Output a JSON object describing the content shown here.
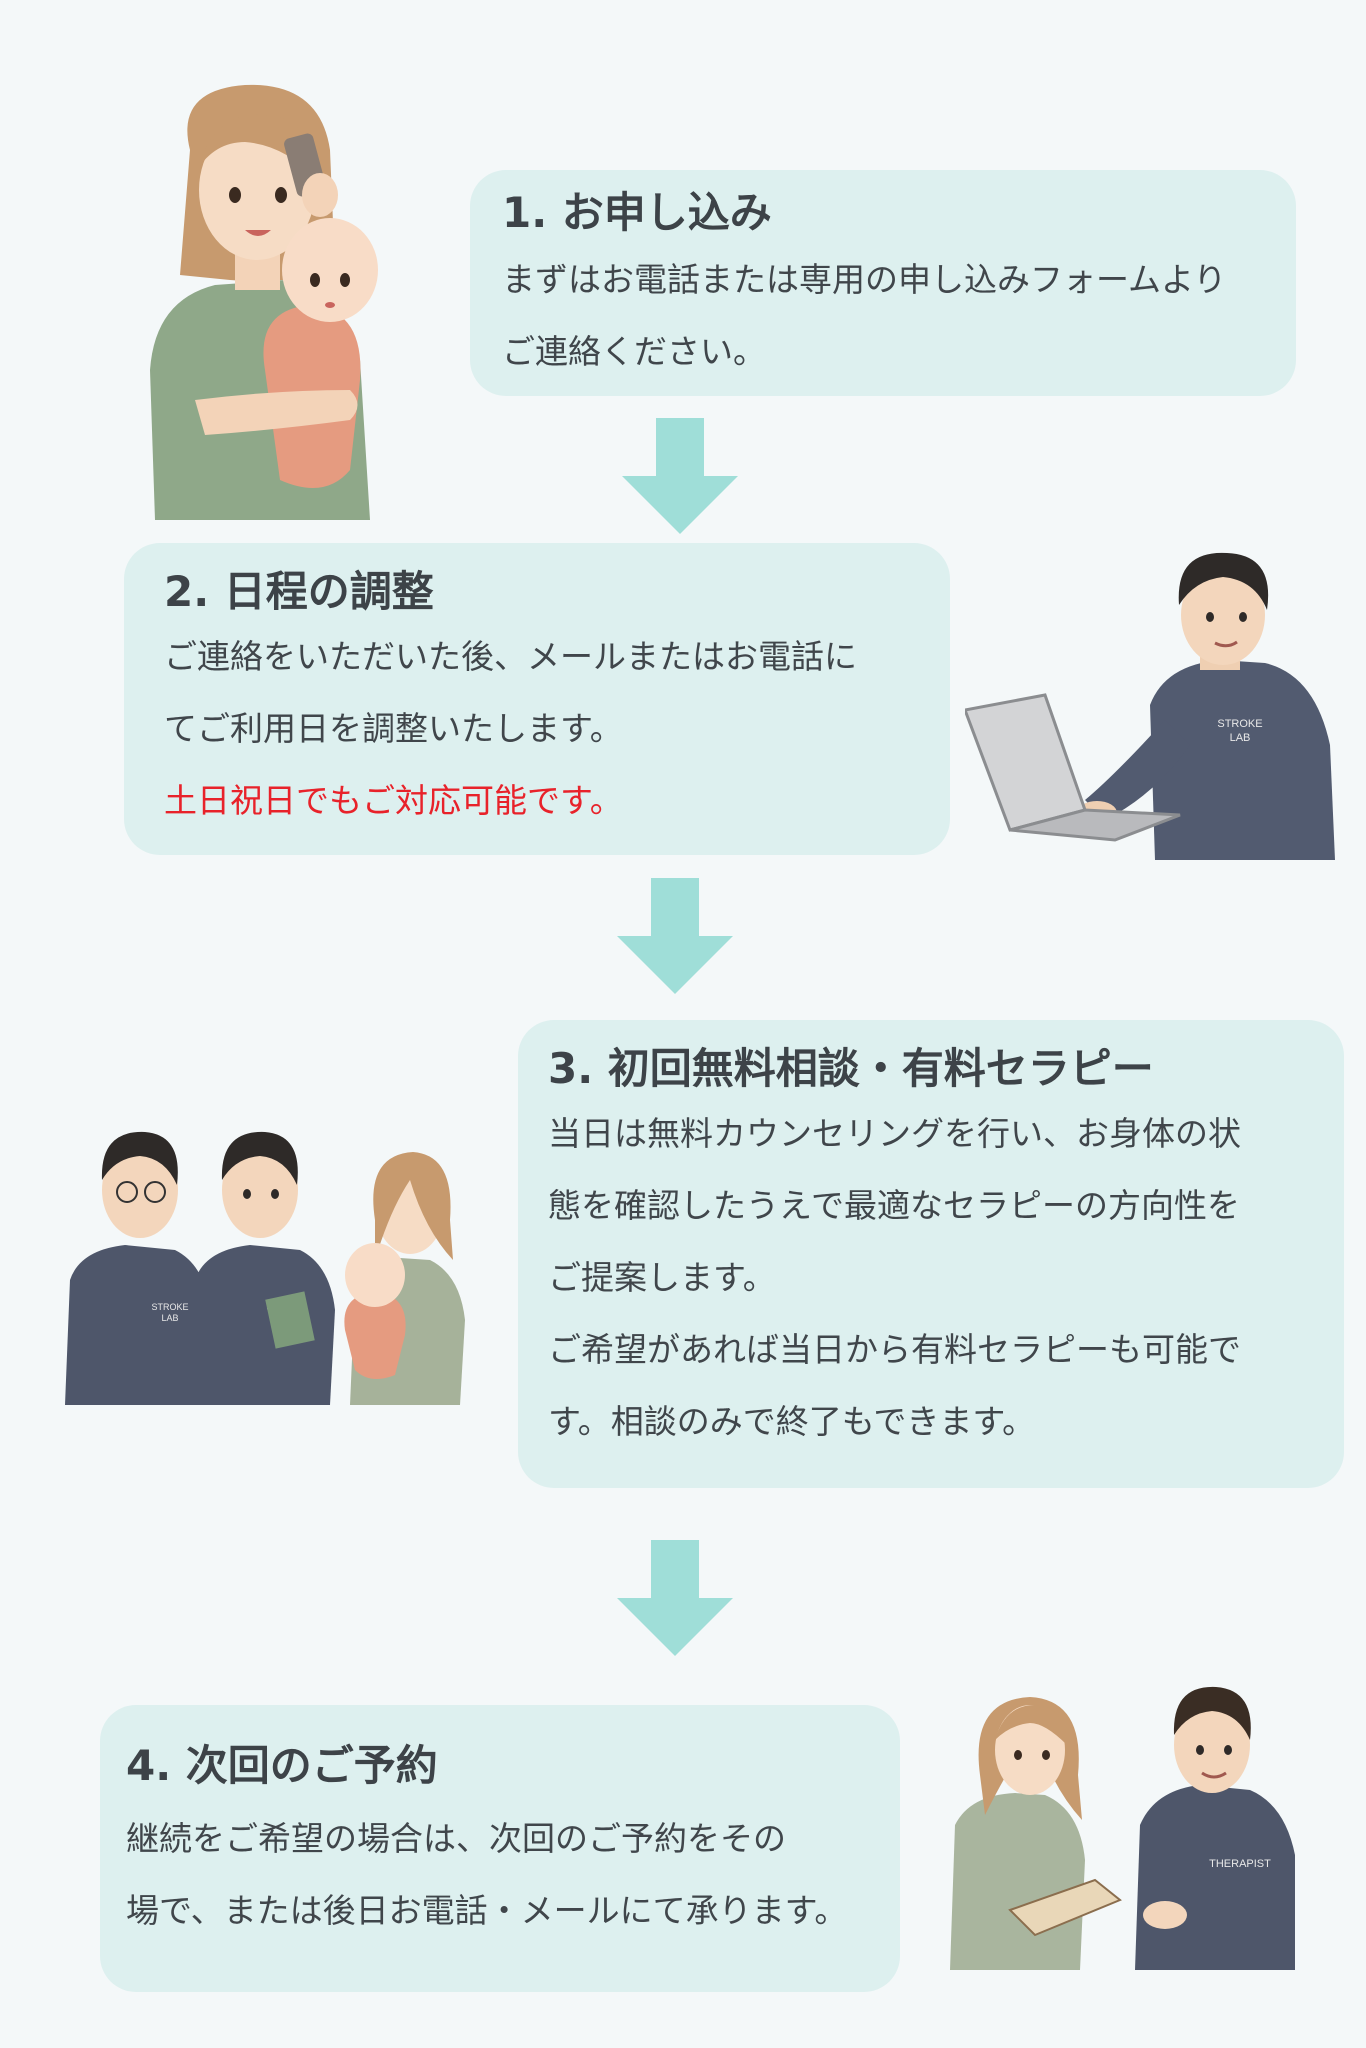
{
  "steps": [
    {
      "title": "1. お申し込み",
      "lines": [
        "まずはお電話または専用の申し込みフォームより",
        "ご連絡ください。"
      ]
    },
    {
      "title": "2. 日程の調整",
      "lines": [
        "ご連絡をいただいた後、メールまたはお電話に",
        "てご利用日を調整いたします。"
      ],
      "highlight": "土日祝日でもご対応可能です。"
    },
    {
      "title": "3. 初回無料相談・有料セラピー",
      "lines": [
        "当日は無料カウンセリングを行い、お身体の状",
        "態を確認したうえで最適なセラピーの方向性を",
        "ご提案します。",
        "ご希望があれば当日から有料セラピーも可能で",
        "す。相談のみで終了もできます。"
      ]
    },
    {
      "title": "4. 次回のご予約",
      "lines": [
        "継続をご希望の場合は、次回のご予約をその",
        "場で、または後日お電話・メールにて承ります。"
      ]
    }
  ],
  "shirt_labels": {
    "stroke": "STROKE",
    "lab": "LAB",
    "therapist": "THERAPIST"
  },
  "colors": {
    "card_bg": "#ddf0ef",
    "arrow": "#9fded8",
    "highlight": "#e8222a",
    "page_bg": "#f4f8f9"
  }
}
